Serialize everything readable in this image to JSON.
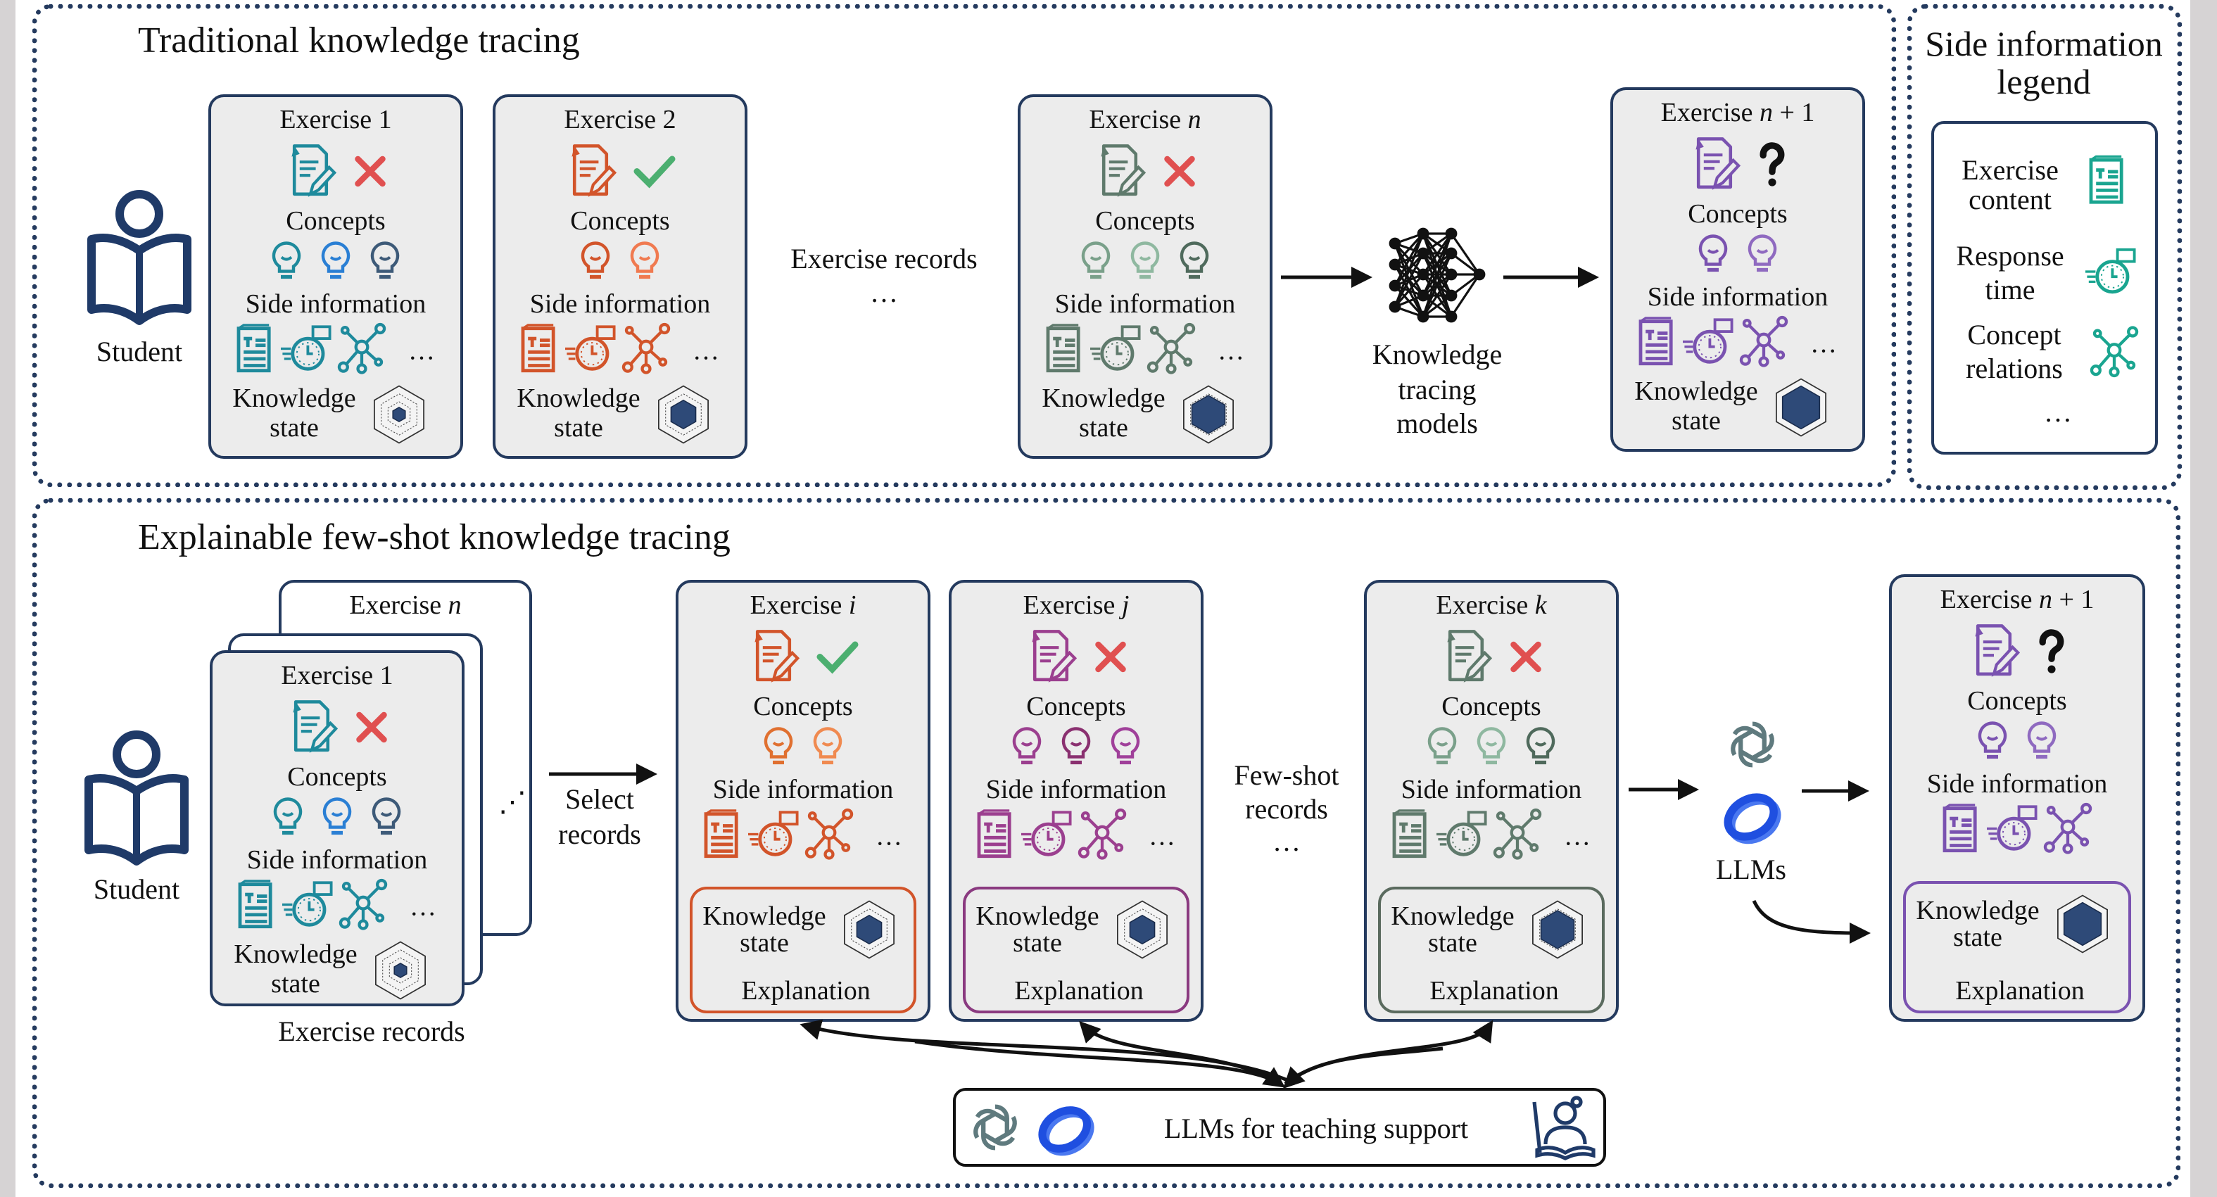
{
  "labels": {
    "concepts": "Concepts",
    "side_information": "Side information",
    "knowledge": "Knowledge",
    "state": "state",
    "explanation": "Explanation",
    "student": "Student",
    "ellipsis": "…"
  },
  "colors": {
    "frame": "#243a5e",
    "card_bg": "#ececec",
    "wrong": "#e05050",
    "correct": "#4caf70",
    "radar_fill": "#2e4a78"
  },
  "top": {
    "title": "Traditional knowledge tracing",
    "exercise_records": "Exercise records",
    "models": [
      "Knowledge",
      "tracing",
      "models"
    ],
    "cards": [
      {
        "title_prefix": "Exercise 1",
        "title_var": "",
        "title_suffix": "",
        "color": "#1e8a9c",
        "status": "wrong",
        "bulbs": [
          "#1e8a9c",
          "#2a7fd4",
          "#3d5a78"
        ],
        "more": true,
        "mastery": 0.3
      },
      {
        "title_prefix": "Exercise 2",
        "title_var": "",
        "title_suffix": "",
        "color": "#d2542a",
        "status": "correct",
        "bulbs": [
          "#d2542a",
          "#f07a50"
        ],
        "more": true,
        "mastery": 0.6
      },
      {
        "title_prefix": "Exercise ",
        "title_var": "n",
        "title_suffix": "",
        "color": "#5f7a6c",
        "status": "wrong",
        "bulbs": [
          "#7aa08a",
          "#8fb8a0",
          "#4f6a5c"
        ],
        "more": true,
        "mastery": 0.8
      },
      {
        "title_prefix": "Exercise ",
        "title_var": "n",
        "title_suffix": " + 1",
        "color": "#7a52b0",
        "status": "unknown",
        "bulbs": [
          "#7a52b0",
          "#8f6ac0"
        ],
        "more": true,
        "mastery": 0.9
      }
    ]
  },
  "legend": {
    "title": [
      "Side information",
      "legend"
    ],
    "items": [
      {
        "label": [
          "Exercise",
          "content"
        ],
        "icon": "document-icon"
      },
      {
        "label": [
          "Response",
          "time"
        ],
        "icon": "stopwatch-icon"
      },
      {
        "label": [
          "Concept",
          "relations"
        ],
        "icon": "network-icon"
      }
    ],
    "more": "…",
    "color": "#1aa590"
  },
  "bottom": {
    "title": "Explainable few-shot knowledge tracing",
    "stack_back_title": {
      "title_prefix": "Exercise ",
      "title_var": "n"
    },
    "stack_dots": "⋰",
    "exercise_records": "Exercise records",
    "select_records": [
      "Select",
      "records"
    ],
    "few_shot_records": [
      "Few-shot",
      "records"
    ],
    "llms": "LLMs",
    "teaching_support": "LLMs for teaching support",
    "stack_card": {
      "title_prefix": "Exercise 1",
      "title_var": "",
      "title_suffix": "",
      "color": "#1e8a9c",
      "status": "wrong",
      "bulbs": [
        "#1e8a9c",
        "#2a7fd4",
        "#3d5a78"
      ],
      "more": true,
      "mastery": 0.3
    },
    "cards": [
      {
        "title_prefix": "Exercise ",
        "title_var": "i",
        "title_suffix": "",
        "color": "#d2542a",
        "box": "#d2542a",
        "status": "correct",
        "bulbs": [
          "#e07030",
          "#f08a50"
        ],
        "more": true,
        "mastery": 0.6
      },
      {
        "title_prefix": "Exercise ",
        "title_var": "j",
        "title_suffix": "",
        "color": "#9b3f8f",
        "box": "#8a3a80",
        "status": "wrong",
        "bulbs": [
          "#9b3f8f",
          "#8a3070",
          "#a0409a"
        ],
        "more": true,
        "mastery": 0.6
      },
      {
        "title_prefix": "Exercise ",
        "title_var": "k",
        "title_suffix": "",
        "color": "#5f7a6c",
        "box": "#5a6a5e",
        "status": "wrong",
        "bulbs": [
          "#7aa08a",
          "#8fb8a0",
          "#4f6a5c"
        ],
        "more": true,
        "mastery": 0.8
      },
      {
        "title_prefix": "Exercise ",
        "title_var": "n",
        "title_suffix": " + 1",
        "color": "#7a52b0",
        "box": "#7a52b0",
        "status": "unknown",
        "bulbs": [
          "#7a52b0",
          "#8f6ac0"
        ],
        "more": false,
        "mastery": 0.9
      }
    ]
  }
}
